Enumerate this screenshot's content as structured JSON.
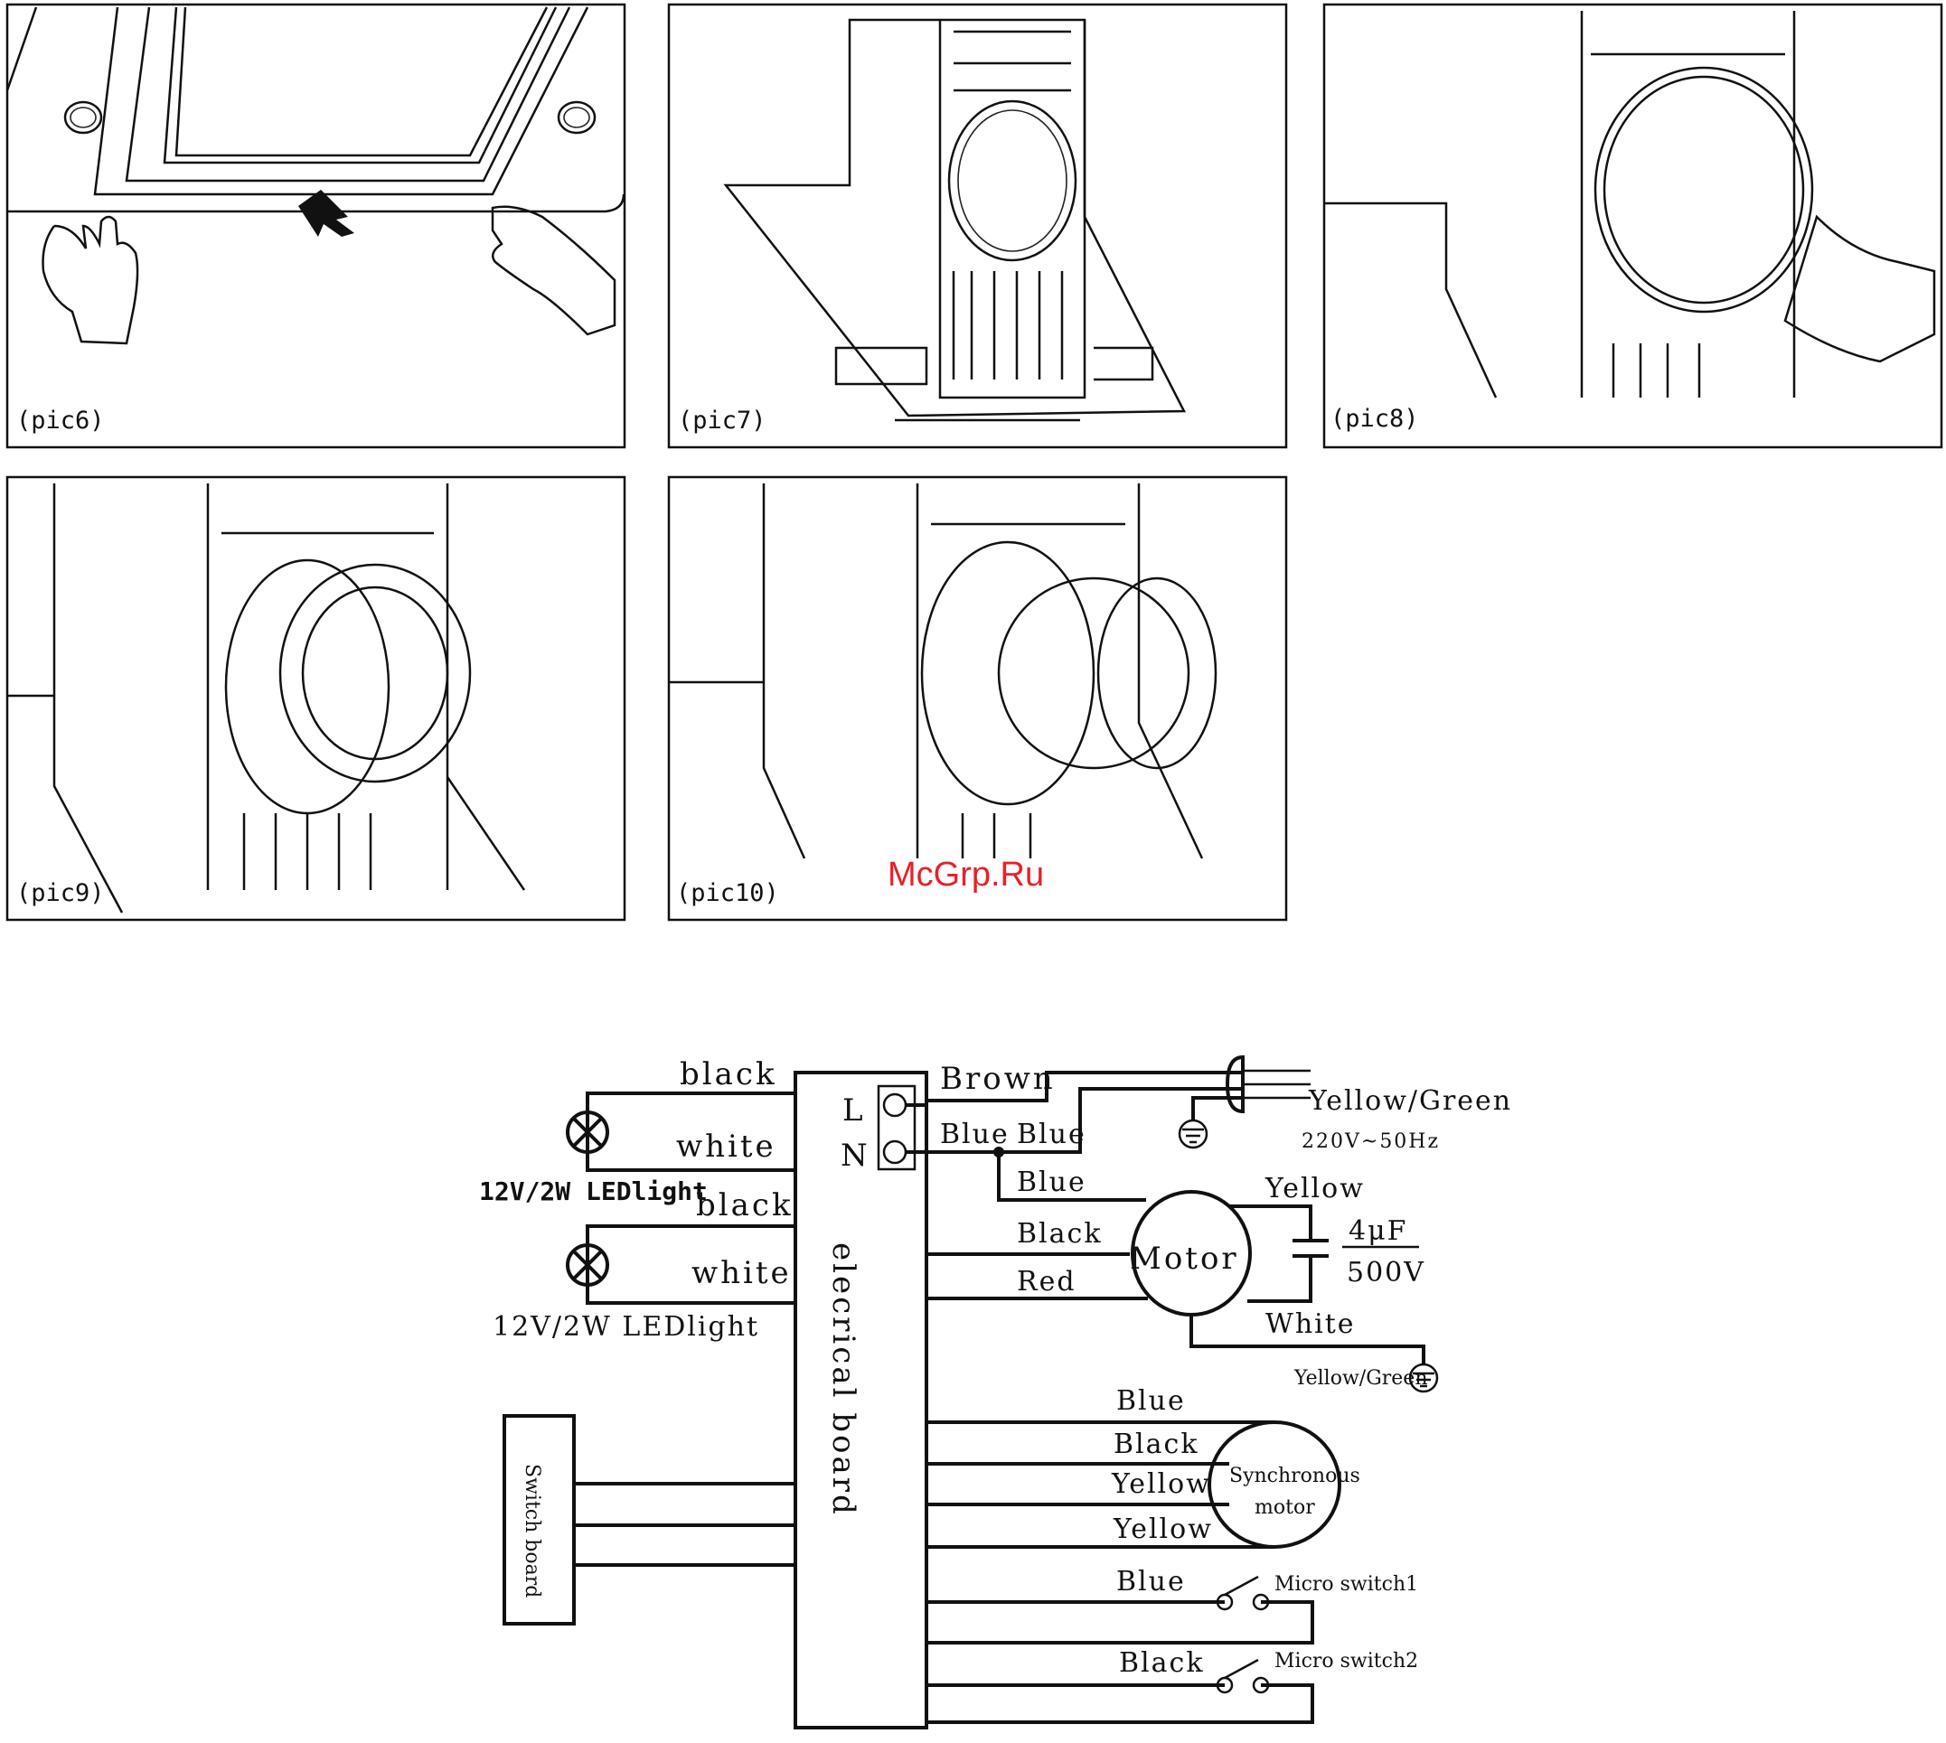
{
  "pictures": [
    {
      "id": "pic6",
      "label": "(pic6)"
    },
    {
      "id": "pic7",
      "label": "(pic7)"
    },
    {
      "id": "pic8",
      "label": "(pic8)"
    },
    {
      "id": "pic9",
      "label": "(pic9)"
    },
    {
      "id": "pic10",
      "label": "(pic10)"
    }
  ],
  "watermark": "McGrp.Ru",
  "wiring": {
    "board": {
      "label": "elecrical board",
      "terminal_l": "L",
      "terminal_n": "N"
    },
    "led1": {
      "top_wire": "black",
      "bottom_wire": "white",
      "rating": "12V/2W LEDlight"
    },
    "led2": {
      "top_wire": "black",
      "bottom_wire": "white",
      "rating": "12V/2W LEDlight"
    },
    "power": {
      "brown": "Brown",
      "blue_n": "Blue",
      "blue_plug": "Blue",
      "earth": "Yellow/Green",
      "supply": "220V~50Hz"
    },
    "motor": {
      "label": "Motor",
      "blue": "Blue",
      "black": "Black",
      "red": "Red",
      "yellow": "Yellow",
      "white": "White",
      "earth": "Yellow/Green",
      "cap_value": "4μF",
      "cap_voltage": "500V"
    },
    "sync_motor": {
      "label_line1": "Synchronous",
      "label_line2": "motor",
      "wires": [
        "Blue",
        "Black",
        "Yellow",
        "Yellow"
      ]
    },
    "switch_board": {
      "label": "Switch board"
    },
    "micro1": {
      "wire": "Blue",
      "label": "Micro switch1"
    },
    "micro2": {
      "wire": "Black",
      "label": "Micro switch2"
    }
  }
}
